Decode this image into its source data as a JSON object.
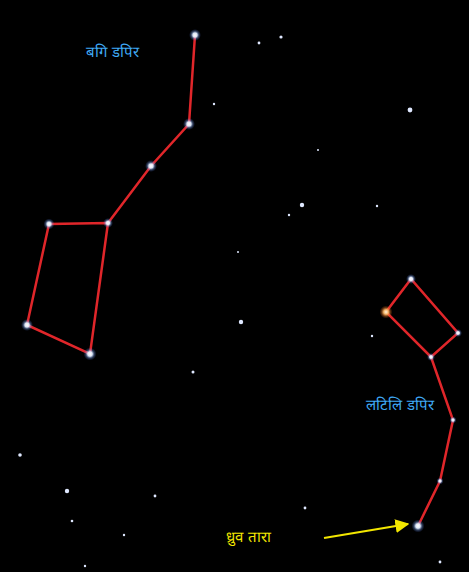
{
  "diagram": {
    "labels": [
      "बगि डपिर",
      "लटिलि डपिर",
      "ध्रुव तारा"
    ]
  }
}
